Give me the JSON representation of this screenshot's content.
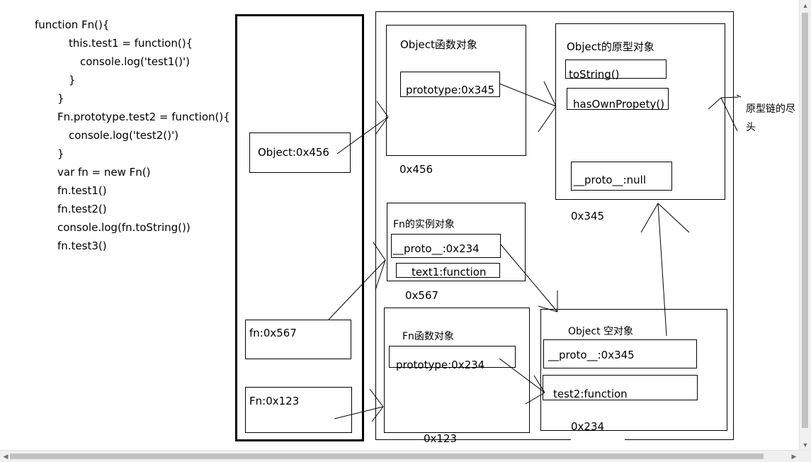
{
  "code": {
    "lines": [
      "function Fn(){",
      "this.test1 = function(){",
      "console.log('test1()')",
      "}",
      "}",
      "Fn.prototype.test2 = function(){",
      "console.log('test2()')",
      "}",
      "var fn = new Fn()",
      "fn.test1()",
      "fn.test2()",
      "console.log(fn.toString())",
      "fn.test3()"
    ]
  },
  "stack": {
    "object_var": "Object:0x456",
    "fn_var": "fn:0x567",
    "Fn_var": "Fn:0x123"
  },
  "heap": {
    "object_func": {
      "title": "Object函数对象",
      "prototype": "prototype:0x345",
      "address": "0x456"
    },
    "object_proto": {
      "title": "Object的原型对象",
      "to_string": "toString()",
      "has_own": "hasOwnPropety()",
      "proto_null": "__proto__:null",
      "address": "0x345"
    },
    "chain_end_note_line1": "原型链的尽",
    "chain_end_note_line2": "头",
    "fn_instance": {
      "title": "Fn的实例对象",
      "proto": "__proto__:0x234",
      "test1": "text1:function",
      "address": "0x567"
    },
    "fn_func": {
      "title": "Fn函数对象",
      "prototype": "prototype:0x234",
      "address": "0x123"
    },
    "empty_obj": {
      "title": "Object 空对象",
      "proto": "__proto__:0x345",
      "test2": "test2:function",
      "address": "0x234"
    }
  },
  "scrollbars": {
    "up_arrow": "▲",
    "down_arrow": "▼",
    "left_arrow": "◀",
    "right_arrow": "▶"
  }
}
